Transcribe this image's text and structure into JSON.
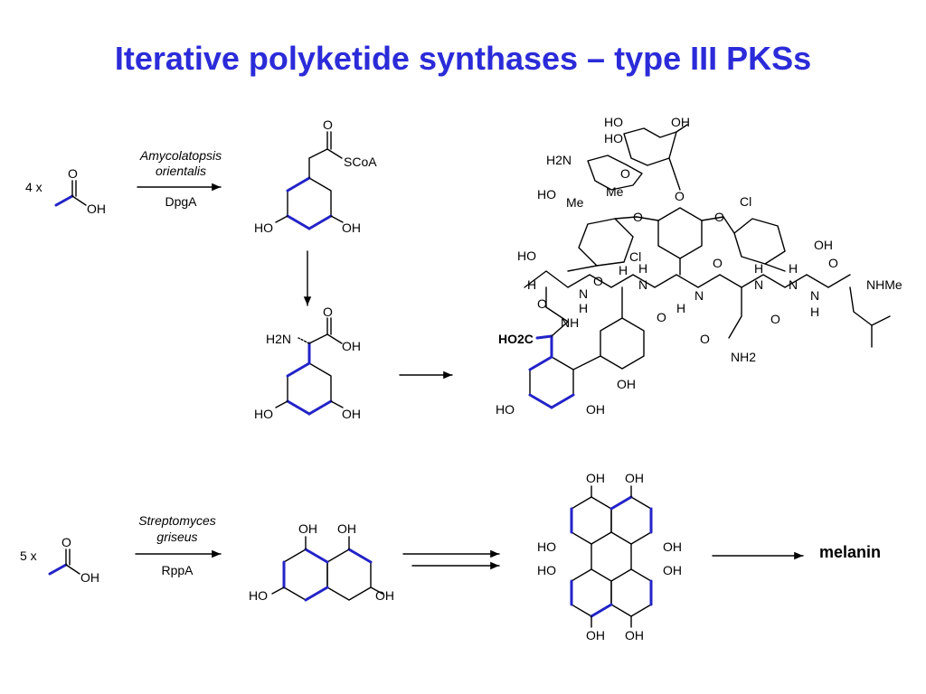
{
  "title": "Iterative polyketide synthases – type III PKSs",
  "colors": {
    "title": "#2b2bd9",
    "highlight": "#2323c8",
    "ink": "#000000"
  },
  "row1": {
    "multiplier": "4 x",
    "acetate": {
      "o": "O",
      "oh": "OH"
    },
    "organism_line1": "Amycolatopsis",
    "organism_line2": "orientalis",
    "enzyme": "DpgA",
    "dpa": {
      "o": "O",
      "scoa": "SCoA",
      "oh_left": "HO",
      "oh_right": "OH"
    },
    "dpg": {
      "amine": "H2N",
      "o": "O",
      "oh_acid": "OH",
      "oh_left": "HO",
      "oh_right": "OH"
    },
    "product": {
      "labels": [
        "HO",
        "HO",
        "OH",
        "H2N",
        "O",
        "HO",
        "Me",
        "Me",
        "O",
        "O",
        "O",
        "Cl",
        "HO",
        "Cl",
        "OH",
        "H",
        "N",
        "O",
        "H",
        "H",
        "N",
        "H",
        "H",
        "N",
        "O",
        "N",
        "H",
        "O",
        "O",
        "NH",
        "N",
        "H",
        "O",
        "O",
        "N",
        "H",
        "NHMe",
        "O",
        "NH2",
        "HO2C",
        "OH",
        "HO",
        "OH"
      ]
    }
  },
  "row2": {
    "multiplier": "5 x",
    "acetate": {
      "o": "O",
      "oh": "OH"
    },
    "organism_line1": "Streptomyces",
    "organism_line2": "griseus",
    "enzyme": "RppA",
    "thn": {
      "oh_tl": "OH",
      "oh_tr": "OH",
      "oh_bl": "HO",
      "oh_br": "OH"
    },
    "perylene": {
      "labels": [
        "OH",
        "OH",
        "HO",
        "OH",
        "HO",
        "OH",
        "OH",
        "OH"
      ]
    },
    "final": "melanin"
  }
}
